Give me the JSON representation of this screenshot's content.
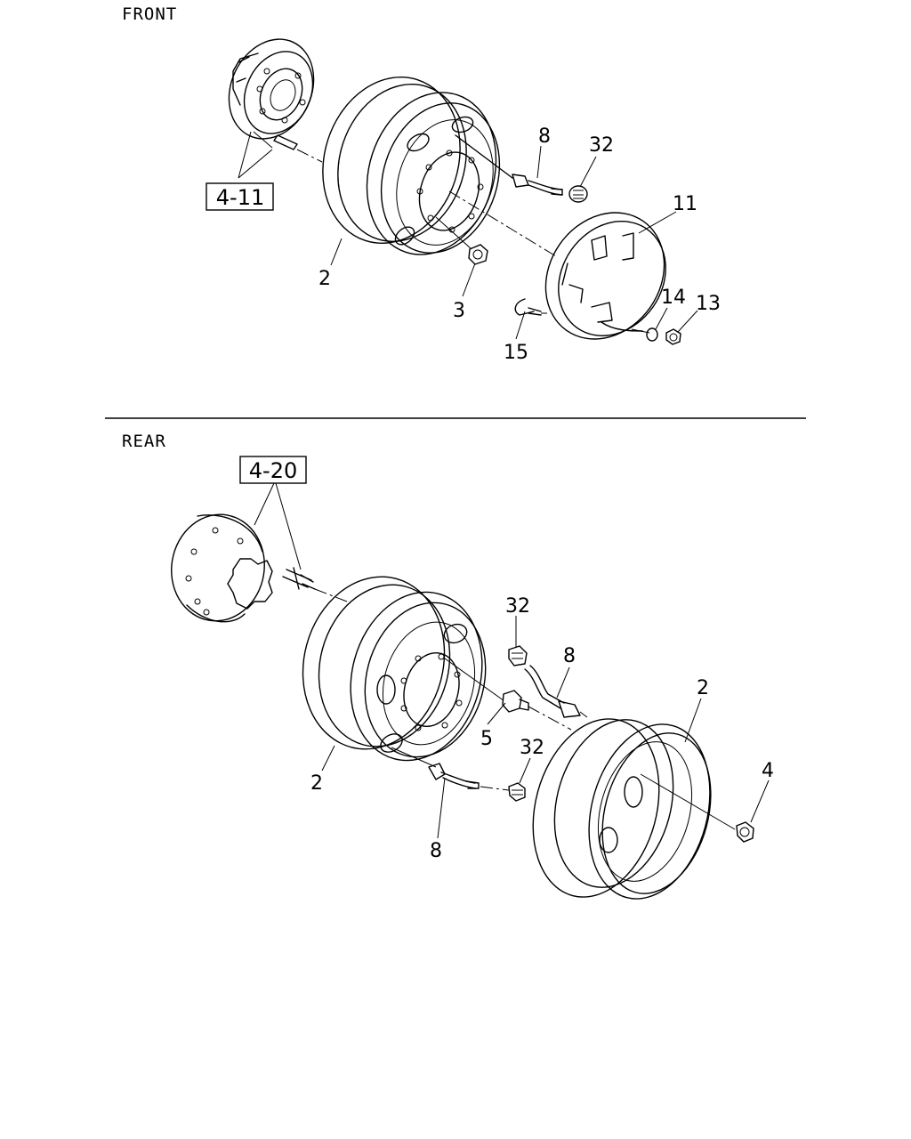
{
  "sections": {
    "front": {
      "title": "FRONT",
      "reference_box": "4-11",
      "callouts": [
        "8",
        "32",
        "11",
        "2",
        "3",
        "14",
        "13",
        "15"
      ]
    },
    "rear": {
      "title": "REAR",
      "reference_box": "4-20",
      "callouts": [
        "32",
        "8",
        "2",
        "5",
        "32",
        "4",
        "2",
        "8"
      ]
    }
  }
}
